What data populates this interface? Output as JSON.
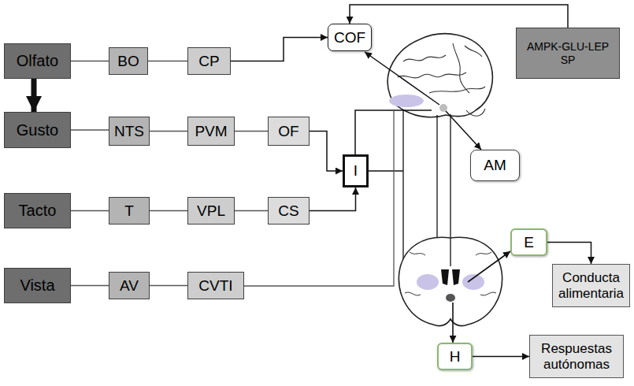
{
  "diagram": {
    "nodes": [
      {
        "text": [
          "Olfato"
        ]
      },
      {
        "text": [
          "BO"
        ]
      },
      {
        "text": [
          "CP"
        ]
      },
      {
        "text": [
          "COF"
        ]
      },
      {
        "text": [
          "AMPK-GLU-LEP SP"
        ]
      },
      {
        "text": [
          "Gusto"
        ]
      },
      {
        "text": [
          "NTS"
        ]
      },
      {
        "text": [
          "PVM"
        ]
      },
      {
        "text": [
          "OF"
        ]
      },
      {
        "text": [
          "I"
        ]
      },
      {
        "text": [
          "AM"
        ]
      },
      {
        "text": [
          "Tacto"
        ]
      },
      {
        "text": [
          "T"
        ]
      },
      {
        "text": [
          "VPL"
        ]
      },
      {
        "text": [
          "CS"
        ]
      },
      {
        "text": [
          "E"
        ]
      },
      {
        "text": [
          "Conducta alimentaria"
        ]
      },
      {
        "text": [
          "Vista"
        ]
      },
      {
        "text": [
          "AV"
        ]
      },
      {
        "text": [
          "CVTI"
        ]
      },
      {
        "text": [
          "H"
        ]
      },
      {
        "text": [
          "Respuestas autónomas"
        ]
      }
    ],
    "edges": [
      {
        "from": 0,
        "to": 1,
        "arrow": "none"
      },
      {
        "from": 1,
        "to": 2,
        "arrow": "none"
      },
      {
        "from": 2,
        "to": 3,
        "arrow": "to"
      },
      {
        "from": 4,
        "to": 3,
        "arrow": "to"
      },
      {
        "from": 0,
        "to": 5,
        "arrow": "to"
      },
      {
        "from": 5,
        "to": 6,
        "arrow": "none"
      },
      {
        "from": 6,
        "to": 7,
        "arrow": "none"
      },
      {
        "from": 7,
        "to": 8,
        "arrow": "none"
      },
      {
        "from": 8,
        "to": 9,
        "arrow": "to"
      },
      {
        "from": 11,
        "to": 12,
        "arrow": "none"
      },
      {
        "from": 12,
        "to": 13,
        "arrow": "none"
      },
      {
        "from": 13,
        "to": 14,
        "arrow": "none"
      },
      {
        "from": 14,
        "to": 9,
        "arrow": "to"
      },
      {
        "from": 15,
        "to": 16,
        "arrow": "to"
      },
      {
        "from": 17,
        "to": 18,
        "arrow": "none"
      },
      {
        "from": 18,
        "to": 19,
        "arrow": "none"
      },
      {
        "from": 20,
        "to": 21,
        "arrow": "to"
      }
    ]
  }
}
